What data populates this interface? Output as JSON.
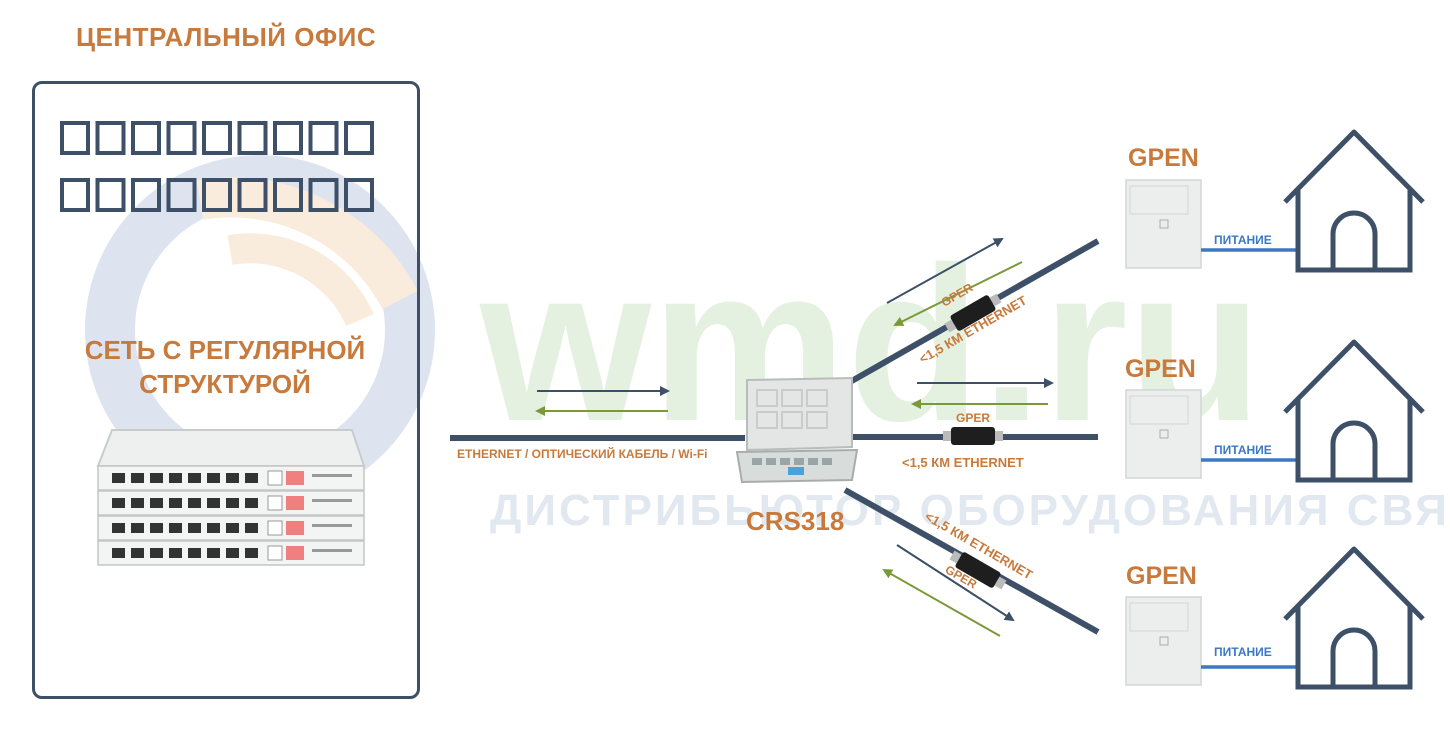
{
  "office": {
    "title": "ЦЕНТРАЛЬНЫЙ ОФИС",
    "network_label_line1": "СЕТЬ С РЕГУЛЯРНОЙ",
    "network_label_line2": "СТРУКТУРОЙ"
  },
  "links": {
    "uplink_label": "ETHERNET / ОПТИЧЕСКИЙ КАБЕЛЬ / Wi-Fi",
    "switch_label": "CRS318",
    "branch_top": {
      "device": "GPER",
      "distance": "<1,5 КМ ETHERNET"
    },
    "branch_middle": {
      "device": "GPER",
      "distance": "<1,5 КМ ETHERNET"
    },
    "branch_bottom": {
      "device": "GPER",
      "distance": "<1,5 КМ ETHERNET"
    }
  },
  "endpoints": [
    {
      "device": "GPEN",
      "power": "ПИТАНИЕ"
    },
    {
      "device": "GPEN",
      "power": "ПИТАНИЕ"
    },
    {
      "device": "GPEN",
      "power": "ПИТАНИЕ"
    }
  ],
  "watermark": {
    "logo": "wmd.ru",
    "tagline": "ДИСТРИБЬЮТОР ОБОРУДОВАНИЯ СВЯЗИ"
  },
  "colors": {
    "cable": "#3d5068",
    "accent": "#c87a3c",
    "arrow_green": "#7a9a3a",
    "power_line": "#3a79c6"
  }
}
